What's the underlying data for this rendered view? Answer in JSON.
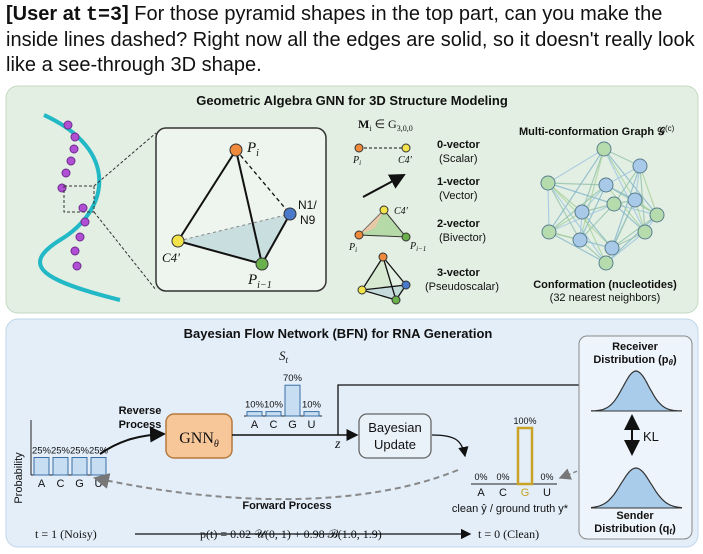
{
  "prompt": {
    "tag": "[User at ",
    "tag_time": "t=3",
    "tag_end": "]",
    "text": " For those pyramid shapes in the top part, can you make the inside lines dashed? Right now all the edges are solid, so it doesn't really look like a see-through 3D shape."
  },
  "top_panel": {
    "title": "Geometric Algebra GNN for 3D Structure Modeling",
    "tetra_labels": {
      "p_i": "P",
      "p_i_sub": "i",
      "n1": "N1/",
      "n9": "N9",
      "c4": "C4′",
      "p_im1": "P",
      "p_im1_sub": "i−1"
    },
    "algebra_label": "M",
    "algebra_sub": "i",
    "algebra_rest": " ∈ G",
    "algebra_space": "3,0,0",
    "vectors": [
      {
        "name": "0-vector",
        "desc": "(Scalar)",
        "l1": "P",
        "l1s": "i",
        "l2": "C4′"
      },
      {
        "name": "1-vector",
        "desc": "(Vector)"
      },
      {
        "name": "2-vector",
        "desc": "(Bivector)",
        "l1": "C4′",
        "l2": "P",
        "l2s": "i",
        "l3": "P",
        "l3s": "i−1"
      },
      {
        "name": "3-vector",
        "desc": "(Pseudoscalar)"
      }
    ],
    "graph_title": "Multi-conformation Graph 𝒢",
    "graph_sup": "(c)",
    "conf_title": "Conformation (nucleotides)",
    "conf_sub": "(32 nearest neighbors)"
  },
  "bottom_panel": {
    "title": "Bayesian Flow Network (BFN) for RNA Generation",
    "st_label": "S",
    "st_sub": "t",
    "prob_axis": "Probability",
    "reverse": "Reverse\nProcess",
    "reverse_l1": "Reverse",
    "reverse_l2": "Process",
    "forward": "Forward Process",
    "gnn": "GNN",
    "gnn_sub": "θ",
    "z": "z",
    "bayes_l1": "Bayesian",
    "bayes_l2": "Update",
    "receiver_l1": "Receiver",
    "receiver_l2": "Distribution (p",
    "receiver_sub": "θ",
    "receiver_end": ")",
    "sender_l1": "Sender",
    "sender_l2": "Distribution (q",
    "sender_sub": "t",
    "sender_end": ")",
    "kl": "KL",
    "clean_label": "clean ŷ / ground truth y*",
    "t1": "t = 1 (Noisy)",
    "t0": "t = 0 (Clean)",
    "formula": "p(t) = 0.02 𝒰(0, 1) + 0.98 ℬ(1.0, 1.9)"
  },
  "colors": {
    "top_bg": "#e3efe3",
    "bottom_bg": "#e3eef9",
    "bar_fill": "#c7ddf2",
    "gnn_fill": "#f7c79a",
    "highlight": "#c9a227",
    "orange_node": "#ef8a3c",
    "blue_node": "#4a79c9",
    "green_node": "#6ab04c",
    "yellow_node": "#f3e34a"
  },
  "chart_data": [
    {
      "type": "bar",
      "title": "",
      "categories": [
        "A",
        "C",
        "G",
        "U"
      ],
      "values": [
        25,
        25,
        25,
        25
      ],
      "labels": [
        "25%",
        "25%",
        "25%",
        "25%"
      ]
    },
    {
      "type": "bar",
      "title": "S_t",
      "categories": [
        "A",
        "C",
        "G",
        "U"
      ],
      "values": [
        10,
        10,
        70,
        10
      ],
      "labels": [
        "10%",
        "10%",
        "70%",
        "10%"
      ]
    },
    {
      "type": "bar",
      "title": "",
      "categories": [
        "A",
        "C",
        "G",
        "U"
      ],
      "values": [
        0,
        0,
        100,
        0
      ],
      "labels": [
        "0%",
        "0%",
        "100%",
        "0%"
      ]
    }
  ]
}
